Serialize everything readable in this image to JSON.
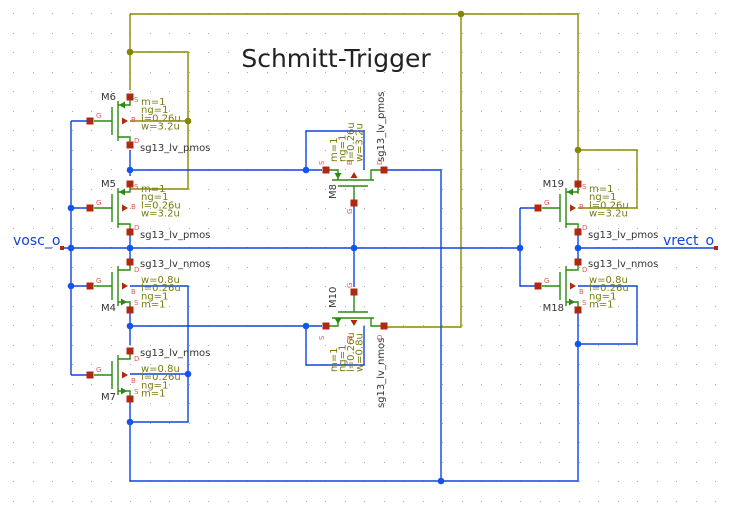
{
  "title": "Schmitt-Trigger",
  "colors": {
    "background": "#ffffff",
    "grid": "#a8a8a8",
    "wire_blue": "#1144dd",
    "wire_olive": "#8a8a00",
    "junction_blue": "#1155ee",
    "junction_olive": "#858500",
    "device": "#2a8a10",
    "pin": "#b02810",
    "pin_label": "#ee5555",
    "param_text": "#7a7a10",
    "instance_text": "#333333",
    "label_blue": "#1144dd"
  },
  "ports": {
    "input": "vosc_o",
    "output": "vrect_o"
  },
  "pin_letters": {
    "gate": "G",
    "source": "S",
    "drain": "D",
    "bulk": "B"
  },
  "devices": [
    {
      "name": "M6",
      "model": "sg13_lv_pmos",
      "type": "pmos",
      "params": [
        "m=1",
        "ng=1",
        "l=0.26u",
        "w=3.2u"
      ]
    },
    {
      "name": "M5",
      "model": "sg13_lv_pmos",
      "type": "pmos",
      "params": [
        "m=1",
        "ng=1",
        "l=0.26u",
        "w=3.2u"
      ]
    },
    {
      "name": "M4",
      "model": "sg13_lv_nmos",
      "type": "nmos",
      "params": [
        "w=0.8u",
        "l=0.26u",
        "ng=1",
        "m=1"
      ]
    },
    {
      "name": "M7",
      "model": "sg13_lv_nmos",
      "type": "nmos",
      "params": [
        "w=0.8u",
        "l=0.26u",
        "ng=1",
        "m=1"
      ]
    },
    {
      "name": "M8",
      "model": "sg13_lv_pmos",
      "type": "pmos",
      "params": [
        "m=1",
        "ng=1",
        "l=0.26u",
        "w=3.2u"
      ]
    },
    {
      "name": "M10",
      "model": "sg13_lv_nmos",
      "type": "nmos",
      "params": [
        "m=1",
        "ng=1",
        "l=0.26u",
        "w=0.8u"
      ]
    },
    {
      "name": "M19",
      "model": "sg13_lv_pmos",
      "type": "pmos",
      "params": [
        "m=1",
        "ng=1",
        "l=0.26u",
        "w=3.2u"
      ]
    },
    {
      "name": "M18",
      "model": "sg13_lv_nmos",
      "type": "nmos",
      "params": [
        "w=0.8u",
        "l=0.26u",
        "ng=1",
        "m=1"
      ]
    }
  ]
}
